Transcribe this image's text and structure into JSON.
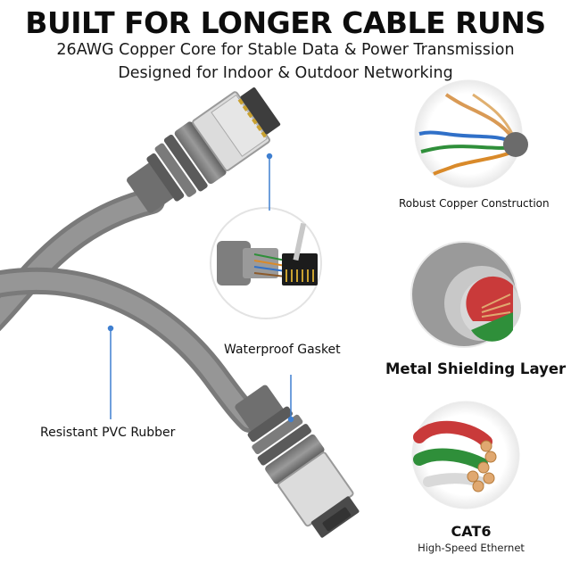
{
  "header": {
    "title": "BUILT FOR LONGER CABLE RUNS",
    "subtitle_line1": "26AWG Copper Core for Stable Data & Power Transmission",
    "subtitle_line2": "Designed for Indoor & Outdoor Networking"
  },
  "callouts": {
    "waterproof_gasket": "Waterproof Gasket",
    "pvc_rubber": "Resistant PVC Rubber"
  },
  "features": [
    {
      "title": "Robust Copper Construction",
      "icon": "copper-wires-icon"
    },
    {
      "title": "Metal Shielding Layer",
      "icon": "shielded-cable-icon"
    },
    {
      "title": "CAT6",
      "subtitle": "High-Speed Ethernet",
      "icon": "cable-cross-section-icon"
    }
  ],
  "colors": {
    "cable_gray": "#8a8a8a",
    "connector_dark": "#5a5a5a",
    "callout_line": "#3f7fd0",
    "copper": "#d99a55"
  }
}
